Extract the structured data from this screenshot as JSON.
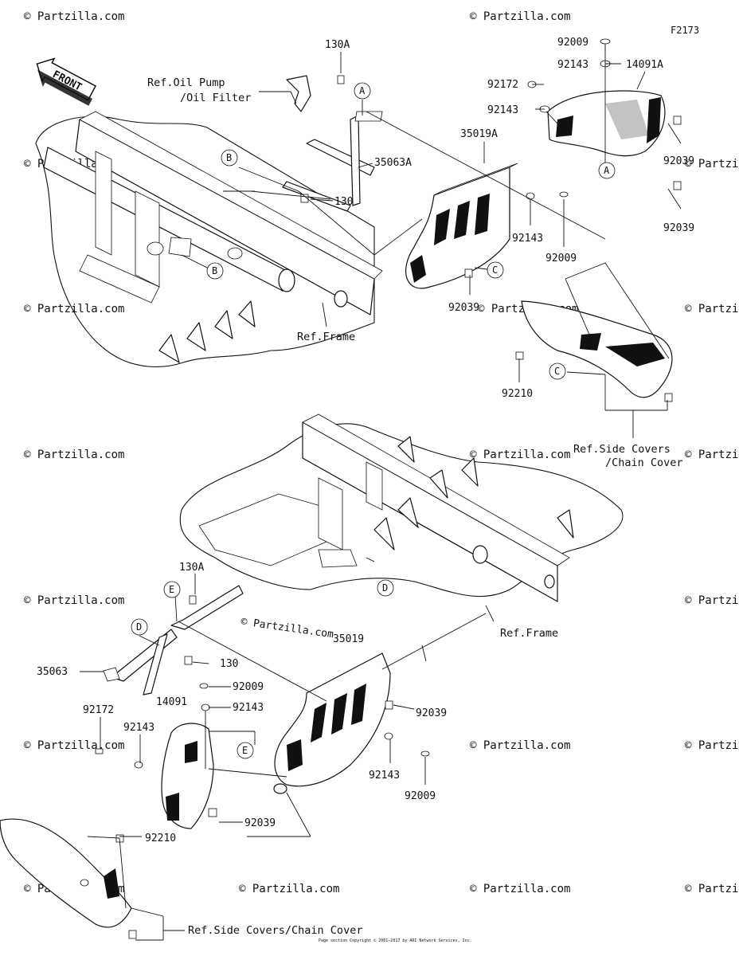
{
  "figure_code": "F2173",
  "direction_label": "FRONT",
  "watermark": "© Partzilla.com",
  "center_watermark": "© Partzilla.com",
  "footer_text": "Page section Copyright © 2001–2017 by ARI Network Services, Inc.",
  "upper": {
    "parts": {
      "p130A": "130A",
      "p35063A": "35063A",
      "p130": "130",
      "p35019A": "35019A",
      "p92009_top": "92009",
      "p92143_top": "92143",
      "p14091A": "14091A",
      "p92172": "92172",
      "p92143_mid": "92143",
      "p92039_a": "92039",
      "p92039_b": "92039",
      "p92143_c": "92143",
      "p92009_c": "92009",
      "p92039_c": "92039",
      "p92210": "92210"
    },
    "refs": {
      "oil_pump_line1": "Ref.Oil Pump",
      "oil_pump_line2": "/Oil Filter",
      "frame": "Ref.Frame",
      "side_covers_line1": "Ref.Side Covers",
      "side_covers_line2": "/Chain Cover"
    },
    "callouts": {
      "a1": "A",
      "a2": "A",
      "b1": "B",
      "b2": "B",
      "c1": "C",
      "c2": "C"
    }
  },
  "lower": {
    "parts": {
      "p130A": "130A",
      "p35063": "35063",
      "p130": "130",
      "p35019": "35019",
      "p92009_a": "92009",
      "p92143_a": "92143",
      "p14091": "14091",
      "p92172": "92172",
      "p92143_b": "92143",
      "p92039_a": "92039",
      "p92143_c": "92143",
      "p92009_c": "92009",
      "p92039_b": "92039",
      "p92210": "92210"
    },
    "refs": {
      "frame": "Ref.Frame",
      "side_covers": "Ref.Side Covers/Chain Cover"
    },
    "callouts": {
      "d1": "D",
      "d2": "D",
      "e1": "E",
      "e2": "E"
    }
  }
}
